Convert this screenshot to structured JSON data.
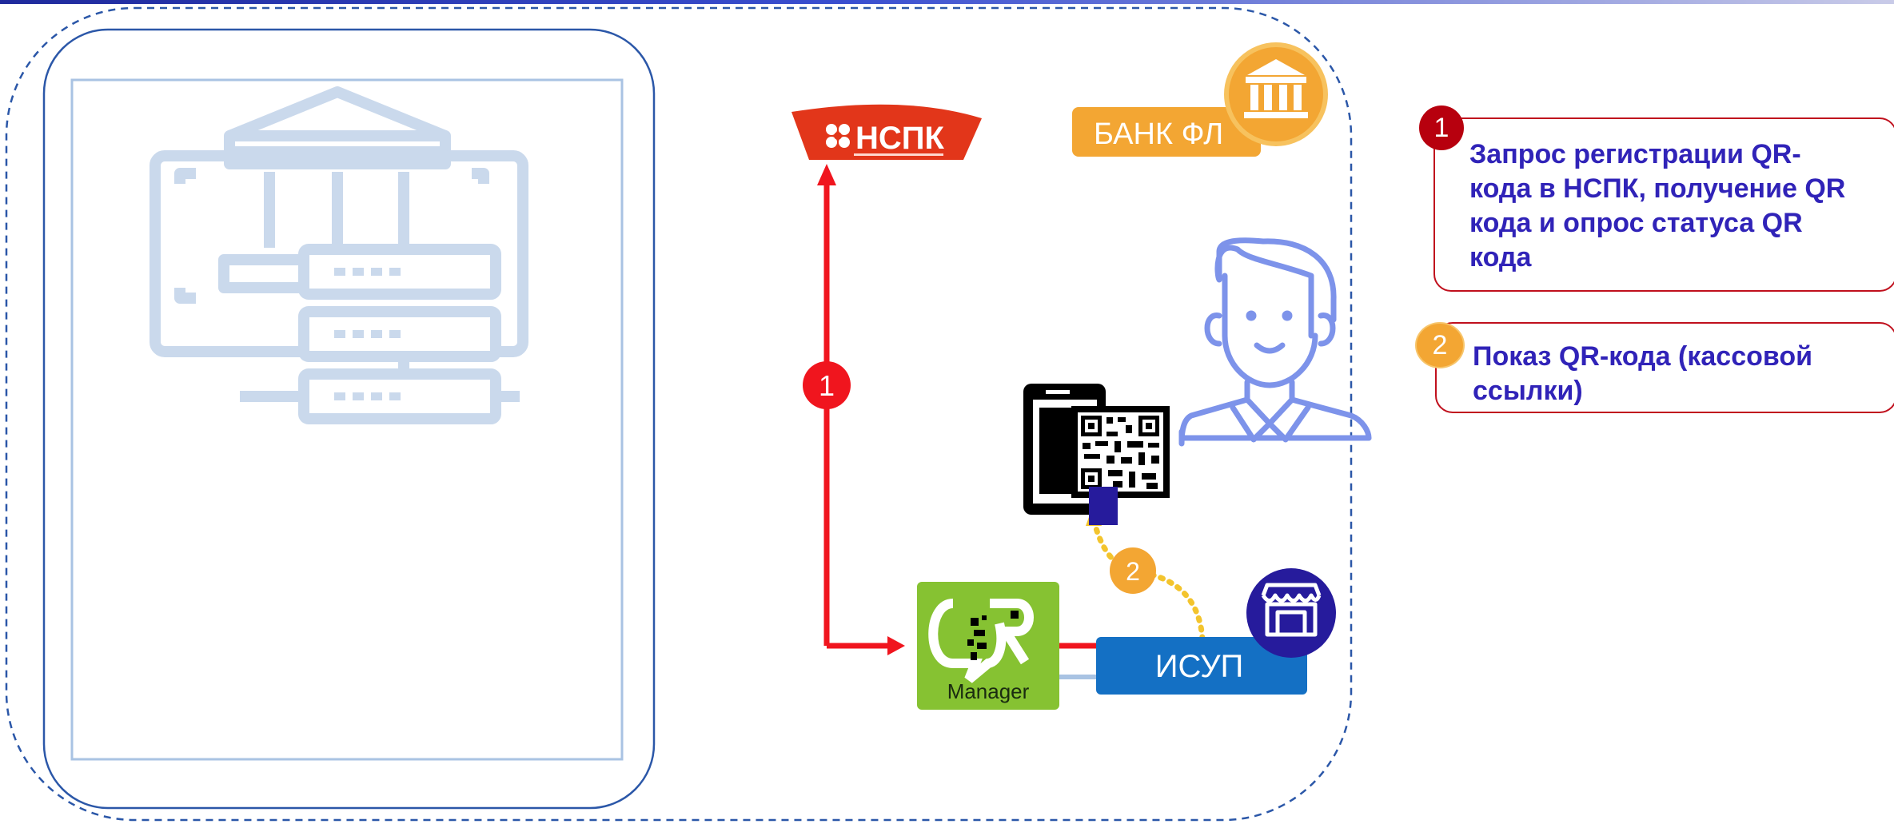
{
  "diagram": {
    "nspk_label": "НСПК",
    "bank_label": "БАНК ФЛ",
    "qr_manager_label": "Manager",
    "isup_label": "ИСУП",
    "flow1_number": "1",
    "flow2_number": "2"
  },
  "legend": {
    "items": [
      {
        "number": "1",
        "text": "Запрос регистрации QR-кода в НСПК, получение QR кода и опрос статуса QR кода"
      },
      {
        "number": "2",
        "text": "Показ QR-кода (кассовой ссылки)"
      }
    ]
  },
  "colors": {
    "outer_border": "#2b57a8",
    "inner_border": "#2b57a8",
    "flow1": "#f0151e",
    "flow2": "#f3a633",
    "nspk": "#e2361a",
    "bank": "#f3a633",
    "isup": "#1470c4",
    "qr_manager": "#86c232",
    "legend_text": "#3023b8",
    "legend_border": "#c0101d",
    "person": "#7d93ea",
    "ghost_bank": "#cad9ec"
  }
}
